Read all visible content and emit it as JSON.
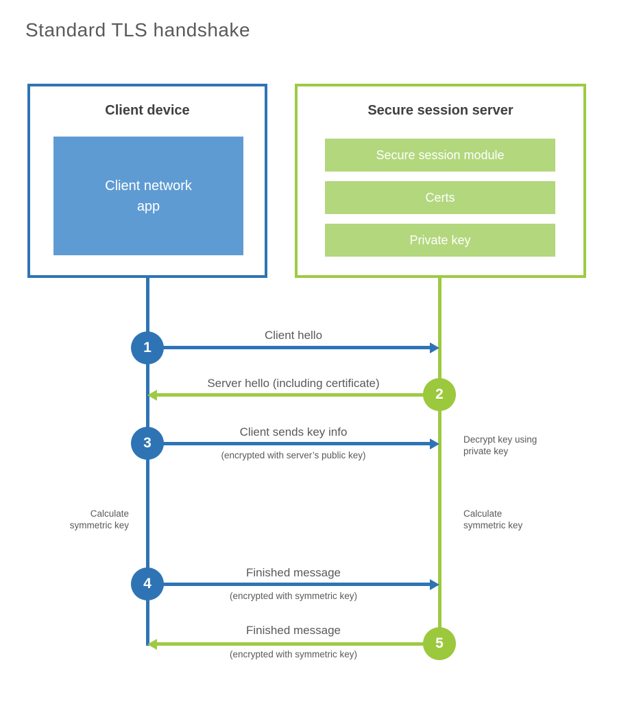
{
  "title": "Standard TLS handshake",
  "client_box": {
    "title": "Client device",
    "app_label": "Client network\napp"
  },
  "server_box": {
    "title": "Secure session server",
    "modules": [
      "Secure session module",
      "Certs",
      "Private key"
    ]
  },
  "steps": [
    {
      "num": "1",
      "from": "client",
      "to": "server",
      "label": "Client hello",
      "sublabel": ""
    },
    {
      "num": "2",
      "from": "server",
      "to": "client",
      "label": "Server hello (including certificate)",
      "sublabel": ""
    },
    {
      "num": "3",
      "from": "client",
      "to": "server",
      "label": "Client sends key info",
      "sublabel": "(encrypted with server’s public key)"
    },
    {
      "num": "4",
      "from": "client",
      "to": "server",
      "label": "Finished message",
      "sublabel": "(encrypted with symmetric key)"
    },
    {
      "num": "5",
      "from": "server",
      "to": "client",
      "label": "Finished message",
      "sublabel": "(encrypted with symmetric key)"
    }
  ],
  "annotations": {
    "decrypt_key": "Decrypt key using\nprivate key",
    "calculate_left": "Calculate\nsymmetric key",
    "calculate_right": "Calculate\nsymmetric key"
  },
  "colors": {
    "blue": "#2e74b5",
    "blue_fill": "#5f9bd3",
    "green_line": "#9dca44",
    "green_fill": "#b3d77d",
    "green_circle": "#9bc83d",
    "heading_text": "#3f4040",
    "body_text": "#595959"
  }
}
